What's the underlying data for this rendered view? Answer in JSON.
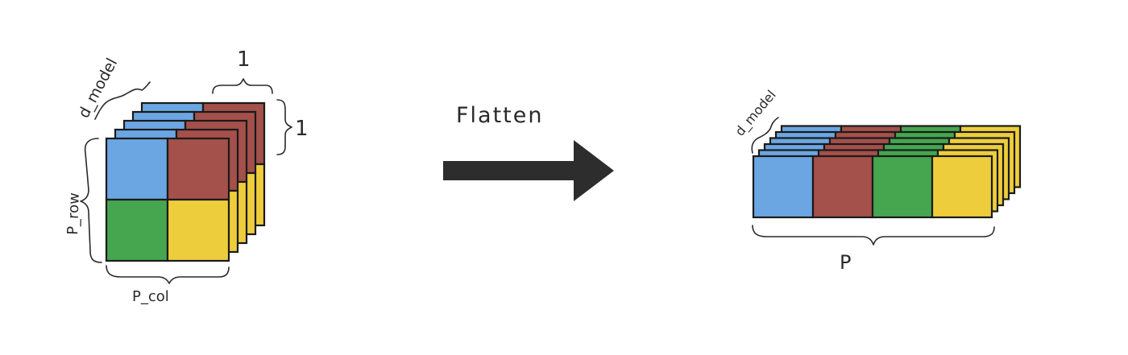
{
  "left_block": {
    "label_depth": "d_model",
    "label_rows": "P_row",
    "label_cols": "P_col",
    "label_patch_w": "1",
    "label_patch_h": "1",
    "layers": 5
  },
  "arrow": {
    "label": "Flatten"
  },
  "right_block": {
    "label_depth": "d_model",
    "label_length": "P",
    "layers": 6
  },
  "colors": {
    "blue": "#6ba6e2",
    "red": "#a4504b",
    "green": "#45a64f",
    "yellow": "#eecd3c",
    "arrow": "#2d2d2d"
  }
}
